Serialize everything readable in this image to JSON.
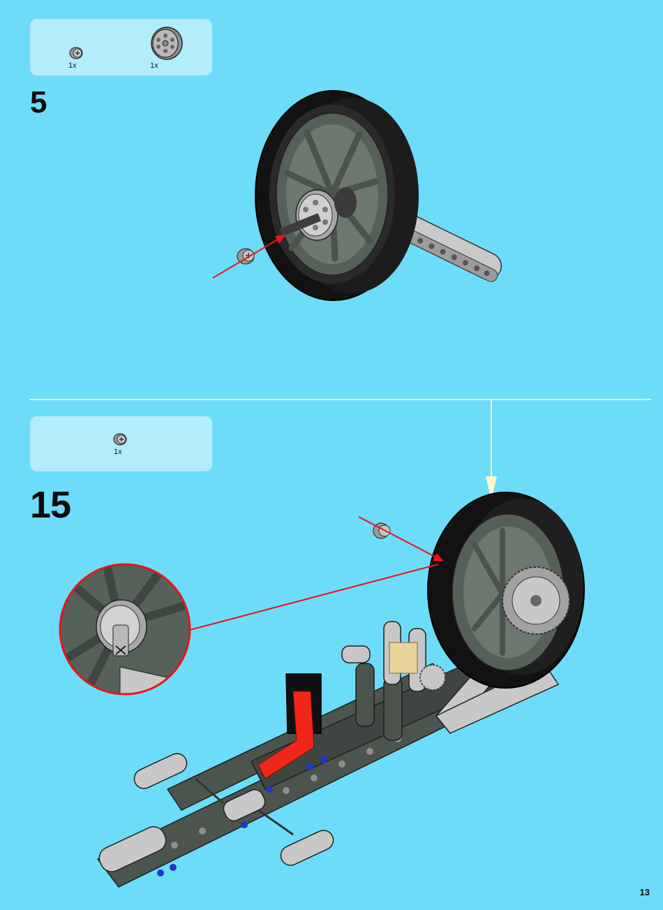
{
  "step5": {
    "number": "5",
    "parts": [
      {
        "name": "bush",
        "qty": "1x"
      },
      {
        "name": "wheel-hub",
        "qty": "1x"
      }
    ]
  },
  "step15": {
    "number": "15",
    "parts": [
      {
        "name": "bush",
        "qty": "1x"
      }
    ]
  },
  "page_number": "13",
  "colors": {
    "background": "#6ddcf8",
    "parts_box": "#b3ecfb",
    "arrow": "#e8141b",
    "divider": "#f2f8e8"
  }
}
